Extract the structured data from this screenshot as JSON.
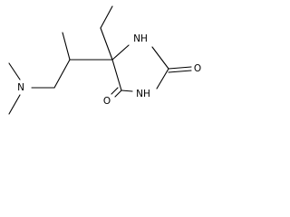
{
  "molecule": {
    "atoms": {
      "n_dimethylamino": "N",
      "nh_ring_top": "NH",
      "nh_ring_bottom": "NH",
      "o_right": "O",
      "o_bottom": "O"
    },
    "colors": {
      "bond": "#000000",
      "label": "#000000",
      "background": "#ffffff"
    }
  }
}
